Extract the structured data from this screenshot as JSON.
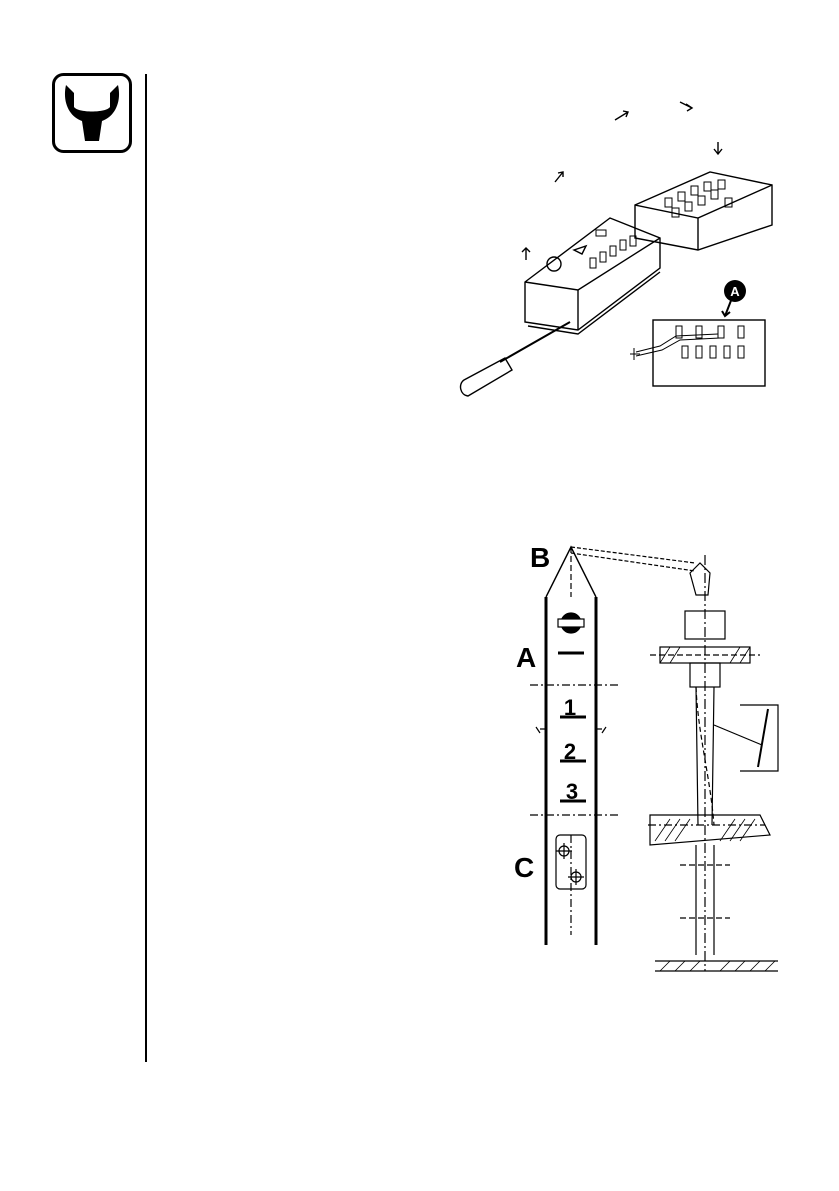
{
  "page": {
    "section_icon": "wrench-icon"
  },
  "figure_top": {
    "callout_a": "A"
  },
  "figure_bottom": {
    "label_b": "B",
    "label_a": "A",
    "label_c": "C",
    "step_1": "1",
    "step_2": "2",
    "step_3": "3"
  }
}
